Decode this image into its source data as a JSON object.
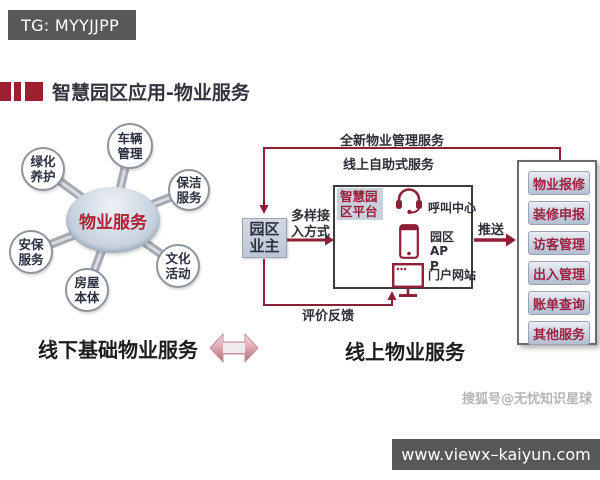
{
  "colors": {
    "maroon_line": "#8e1f35",
    "accent_red": "#a32038",
    "title_red": "#9e1f30",
    "bar_gray": "#57585a",
    "node_fill": "#c7d0dd"
  },
  "tg_badge": "TG: MYYJJPP",
  "title": "智慧园区应用-物业服务",
  "hub": {
    "center": "物业服务",
    "nodes": [
      "车辆管理",
      "绿化养护",
      "保洁服务",
      "安保服务",
      "文化活动",
      "房屋本体"
    ]
  },
  "offline_caption": "线下基础物业服务",
  "online_caption": "线上物业服务",
  "flow": {
    "new_service_label": "全新物业管理服务",
    "self_service_label": "线上自助式服务",
    "owner": "园区业主",
    "access_label": "多样接入方式",
    "platform": "智慧园区平台",
    "channels": [
      {
        "icon": "headset-icon",
        "label": "呼叫中心"
      },
      {
        "icon": "smartphone-icon",
        "label": "园区APP"
      },
      {
        "icon": "monitor-icon",
        "label": "门户网站"
      }
    ],
    "feedback_label": "评价反馈",
    "push_label": "推送",
    "services": [
      "物业报修",
      "装修申报",
      "访客管理",
      "出入管理",
      "账单查询",
      "其他服务"
    ]
  },
  "watermark": "搜狐号@无忧知识星球",
  "footer_url": "www.viewx–kaiyun.com"
}
